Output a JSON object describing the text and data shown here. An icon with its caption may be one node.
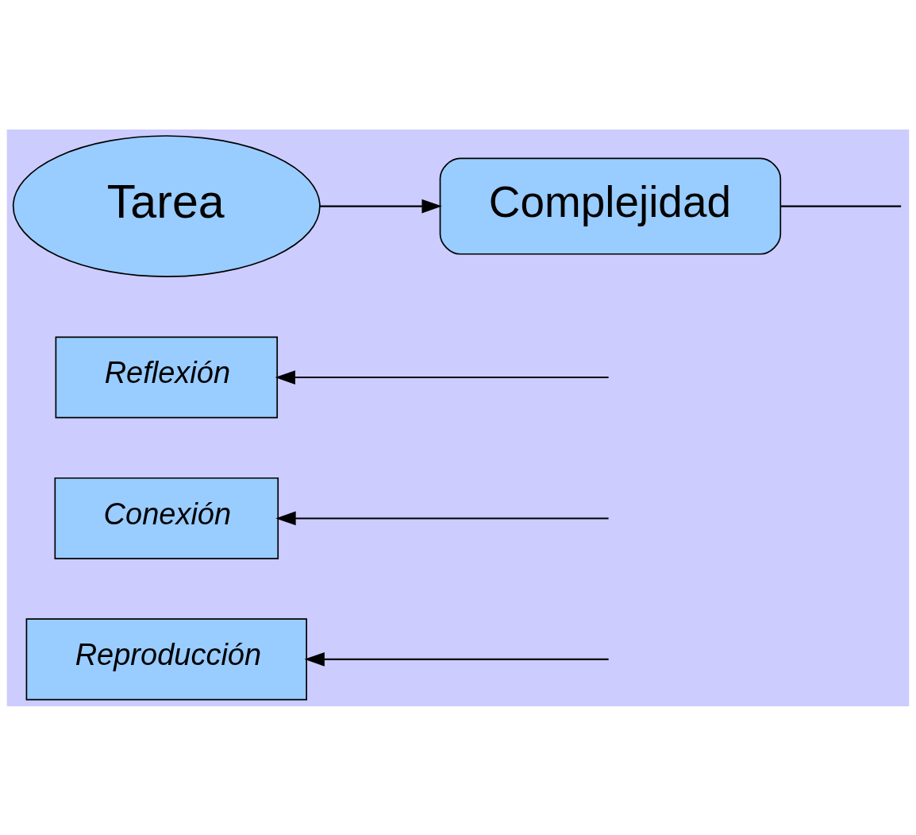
{
  "diagram": {
    "nodes": [
      {
        "text": [
          "Reproducción"
        ]
      },
      {
        "text": [
          "Conexión"
        ]
      },
      {
        "text": [
          "Reflexión"
        ]
      },
      {
        "text": [
          "Tarea"
        ]
      },
      {
        "text": [
          "Complejidad"
        ]
      }
    ],
    "edges": [
      {
        "from": null,
        "to": 0,
        "arrow": "to"
      },
      {
        "from": null,
        "to": 1,
        "arrow": "to"
      },
      {
        "from": null,
        "to": 2,
        "arrow": "to"
      },
      {
        "from": 3,
        "to": 4,
        "arrow": "to"
      },
      {
        "from": 4,
        "to": null,
        "arrow": "none"
      }
    ]
  }
}
